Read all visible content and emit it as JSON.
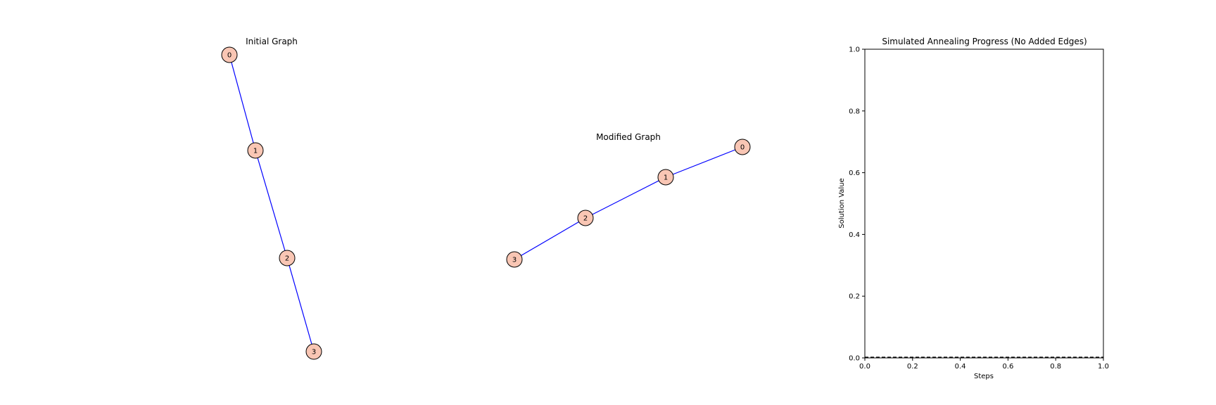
{
  "node_color": "#f9c6b4",
  "edge_color": "#0000ff",
  "chart_data": [
    {
      "type": "graph",
      "title": "Initial Graph",
      "nodes": [
        "0",
        "1",
        "2",
        "3"
      ],
      "edges": [
        [
          "0",
          "1"
        ],
        [
          "1",
          "2"
        ],
        [
          "2",
          "3"
        ]
      ]
    },
    {
      "type": "graph",
      "title": "Modified Graph",
      "nodes": [
        "0",
        "1",
        "2",
        "3"
      ],
      "edges": [
        [
          "0",
          "1"
        ],
        [
          "1",
          "2"
        ],
        [
          "2",
          "3"
        ]
      ]
    },
    {
      "type": "line",
      "title": "Simulated Annealing Progress (No Added Edges)",
      "xlabel": "Steps",
      "ylabel": "Solution Value",
      "xlim": [
        0.0,
        1.0
      ],
      "ylim": [
        0.0,
        1.0
      ],
      "xticks": [
        "0.0",
        "0.2",
        "0.4",
        "0.6",
        "0.8",
        "1.0"
      ],
      "yticks": [
        "0.0",
        "0.2",
        "0.4",
        "0.6",
        "0.8",
        "1.0"
      ],
      "series": [],
      "reference_line": {
        "y": 0.0,
        "style": "dashed",
        "color": "#000000"
      },
      "grid": false
    }
  ]
}
